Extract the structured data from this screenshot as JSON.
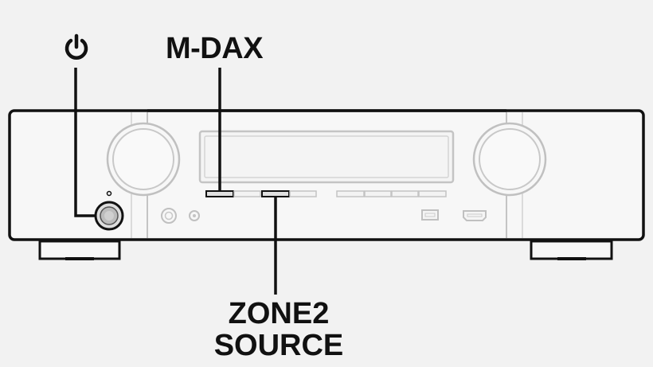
{
  "labels": {
    "mdax": "M-DAX",
    "zone2_line1": "ZONE2",
    "zone2_line2": "SOURCE"
  },
  "icons": {
    "power": "power-icon"
  },
  "colors": {
    "outline": "#111111",
    "faded_outline": "#bcbcbc",
    "background": "#f2f2f2",
    "panel_fill": "#f7f7f7"
  }
}
